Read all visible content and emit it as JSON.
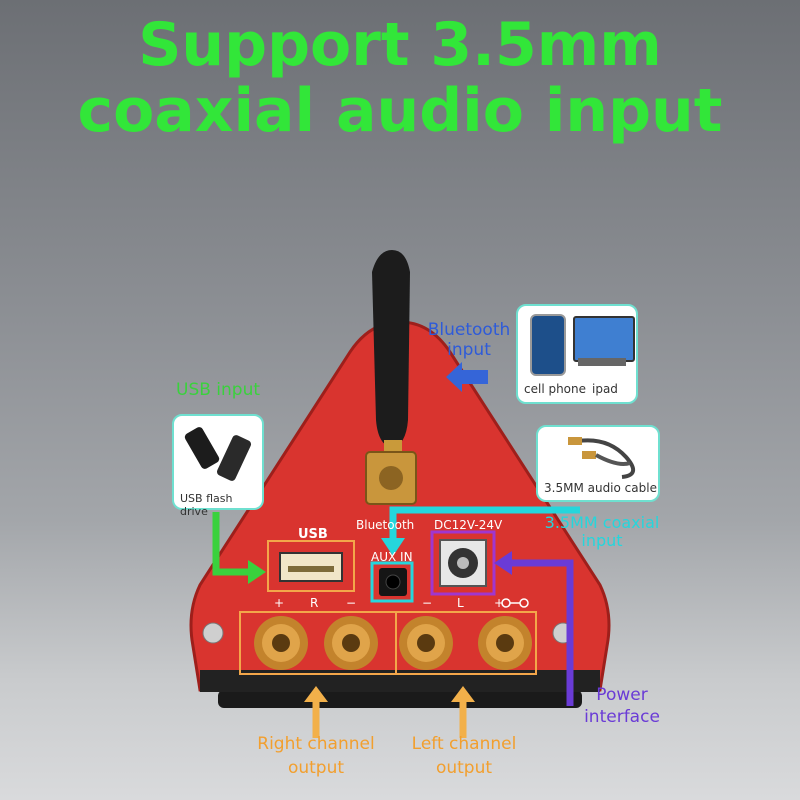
{
  "headline": {
    "line1": "Support 3.5mm",
    "line2": "coaxial audio input"
  },
  "callouts": {
    "bluetooth_input": "Bluetooth input",
    "usb_input": "USB input",
    "coaxial_input": "3.5MM coaxial input",
    "power_interface": "Power interface",
    "right_output": "Right channel output",
    "left_output": "Left channel output"
  },
  "cards": {
    "cell_phone": "cell phone",
    "ipad": "ipad",
    "audio_cable": "3.5MM audio cable",
    "usb_flash": "USB flash drive"
  },
  "device": {
    "usb_label": "USB",
    "bluetooth_label": "Bluetooth",
    "dc_label": "DC12V-24V",
    "aux_label": "AUX IN",
    "right_marks": [
      "+",
      "R",
      "−"
    ],
    "left_marks": [
      "−",
      "L",
      "+"
    ]
  },
  "colors": {
    "headline": "#32e639",
    "device_red": "#d9342f",
    "blue": "#2e5bd9",
    "cyan": "#25d6dc",
    "purple": "#6a3bd6",
    "orange": "#f29f2e",
    "green": "#3ad13d"
  }
}
